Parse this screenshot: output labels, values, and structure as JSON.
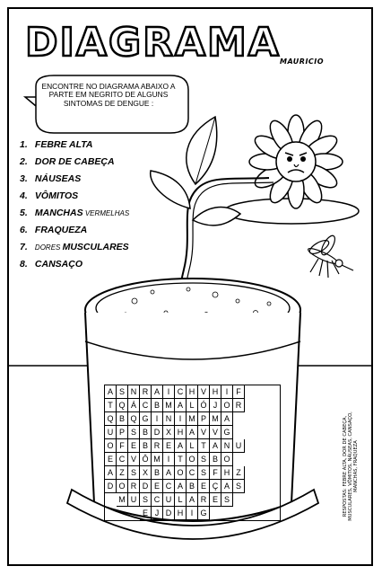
{
  "title": "DIAGRAMA",
  "signature": "MAURICIO",
  "instructions": "ENCONTRE NO DIAGRAMA ABAIXO A PARTE EM NEGRITO DE ALGUNS SINTOMAS DE DENGUE :",
  "symptoms": [
    {
      "num": "1.",
      "prefix": "",
      "bold": "FEBRE ALTA",
      "suffix": ""
    },
    {
      "num": "2.",
      "prefix": "",
      "bold": "DOR DE CABEÇA",
      "suffix": ""
    },
    {
      "num": "3.",
      "prefix": "",
      "bold": "NÁUSEAS",
      "suffix": ""
    },
    {
      "num": "4.",
      "prefix": "",
      "bold": "VÔMITOS",
      "suffix": ""
    },
    {
      "num": "5.",
      "prefix": "",
      "bold": "MANCHAS",
      "suffix": " VERMELHAS"
    },
    {
      "num": "6.",
      "prefix": "",
      "bold": "FRAQUEZA",
      "suffix": ""
    },
    {
      "num": "7.",
      "prefix": "DORES ",
      "bold": "MUSCULARES",
      "suffix": ""
    },
    {
      "num": "8.",
      "prefix": "",
      "bold": "CANSAÇO",
      "suffix": ""
    }
  ],
  "grid_rows": [
    "ASNRAICHVHIF",
    "TQÁCBMALÓJOR",
    "QBQGINIMPMA",
    "UPSBDXHAVVG",
    "OFEBREALTANU",
    "ECVÔMITOSBO",
    "AZSXBAOCSFHZ",
    "DORDECABEÇAS",
    "MUSCULARES",
    "EJDHIG"
  ],
  "answer_key": "RESPOSTAS: FEBRE ALTA, DOR DE CABEÇA, MUSCULARES, VÔMITOS, NÁUSEAS, CANSAÇO, MANCHAS, FRAQUEZA"
}
